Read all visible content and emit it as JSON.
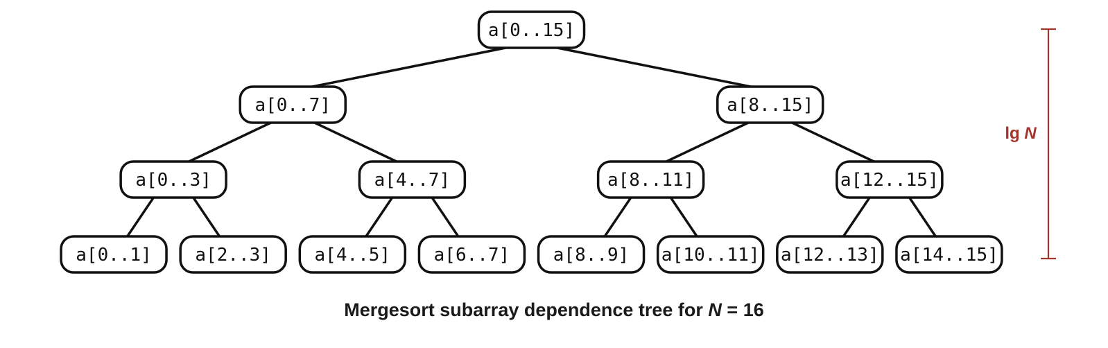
{
  "tree": {
    "nodes": [
      {
        "id": "n0",
        "label": "a[0..15]",
        "level": 0,
        "parent": null
      },
      {
        "id": "n1",
        "label": "a[0..7]",
        "level": 1,
        "parent": "n0"
      },
      {
        "id": "n2",
        "label": "a[8..15]",
        "level": 1,
        "parent": "n0"
      },
      {
        "id": "n3",
        "label": "a[0..3]",
        "level": 2,
        "parent": "n1"
      },
      {
        "id": "n4",
        "label": "a[4..7]",
        "level": 2,
        "parent": "n1"
      },
      {
        "id": "n5",
        "label": "a[8..11]",
        "level": 2,
        "parent": "n2"
      },
      {
        "id": "n6",
        "label": "a[12..15]",
        "level": 2,
        "parent": "n2"
      },
      {
        "id": "n7",
        "label": "a[0..1]",
        "level": 3,
        "parent": "n3"
      },
      {
        "id": "n8",
        "label": "a[2..3]",
        "level": 3,
        "parent": "n3"
      },
      {
        "id": "n9",
        "label": "a[4..5]",
        "level": 3,
        "parent": "n4"
      },
      {
        "id": "n10",
        "label": "a[6..7]",
        "level": 3,
        "parent": "n4"
      },
      {
        "id": "n11",
        "label": "a[8..9]",
        "level": 3,
        "parent": "n5"
      },
      {
        "id": "n12",
        "label": "a[10..11]",
        "level": 3,
        "parent": "n5"
      },
      {
        "id": "n13",
        "label": "a[12..13]",
        "level": 3,
        "parent": "n6"
      },
      {
        "id": "n14",
        "label": "a[14..15]",
        "level": 3,
        "parent": "n6"
      }
    ]
  },
  "height_marker": {
    "label_prefix": "lg",
    "label_var": "N",
    "color": "#a3362c"
  },
  "caption": {
    "text_before": "Mergesort subarray dependence tree for ",
    "variable": "N",
    "text_after": " = 16"
  }
}
